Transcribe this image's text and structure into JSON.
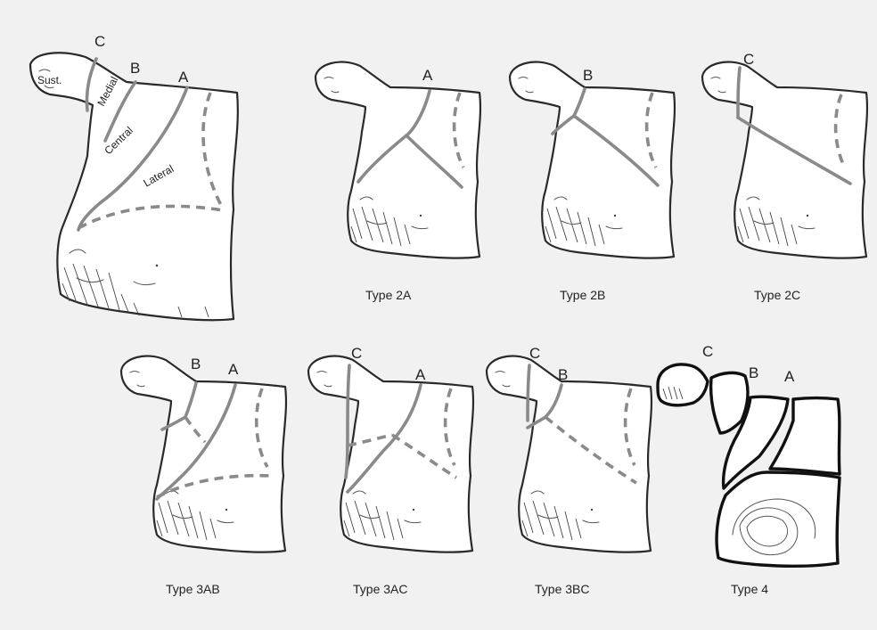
{
  "labels": {
    "A": "A",
    "B": "B",
    "C": "C"
  },
  "zones": {
    "sust": "Sust.",
    "medial": "Medial",
    "central": "Central",
    "lateral": "Lateral"
  },
  "captions": {
    "type_2a": "Type 2A",
    "type_2b": "Type 2B",
    "type_2c": "Type 2C",
    "type_3ab": "Type 3AB",
    "type_3ac": "Type 3AC",
    "type_3bc": "Type 3BC",
    "type_4": "Type 4"
  },
  "colors": {
    "background": "#f1f1f1",
    "bone_fill": "#ffffff",
    "outline": "#2a2a2a",
    "fracture_line": "#8a8a8a",
    "type4_outline": "#111111"
  }
}
